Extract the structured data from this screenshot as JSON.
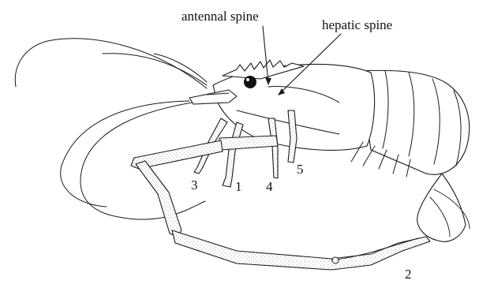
{
  "labels": {
    "antennal_spine": "antennal spine",
    "hepatic_spine": "hepatic spine"
  },
  "legs": {
    "leg1": "1",
    "leg2": "2",
    "leg3": "3",
    "leg4": "4",
    "leg5": "5"
  },
  "colors": {
    "ink": "#1a1a1a",
    "background": "#ffffff"
  }
}
